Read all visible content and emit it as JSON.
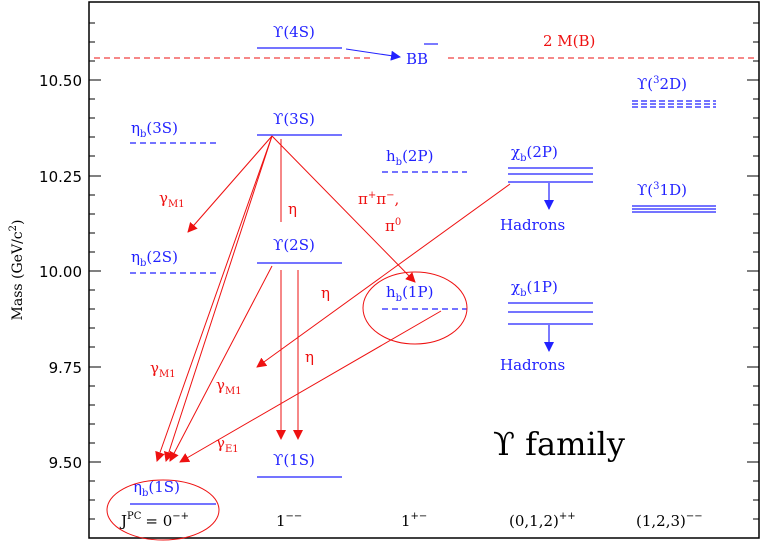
{
  "axis": {
    "ylabel_main": "Mass",
    "ylabel_unit": "(GeV/c",
    "ylabel_unit_sup": "2",
    "ylabel_close": ")",
    "ticks": [
      "10.50",
      "10.25",
      "10.00",
      "9.75",
      "9.50"
    ]
  },
  "threshold": {
    "label": "2 M(B)",
    "bb_label": "BB"
  },
  "states": {
    "u4s": {
      "sym": "ϒ",
      "rest": "(4S)"
    },
    "u3s": {
      "sym": "ϒ",
      "rest": "(3S)"
    },
    "u2s": {
      "sym": "ϒ",
      "rest": "(2S)"
    },
    "u1s": {
      "sym": "ϒ",
      "rest": "(1S)"
    },
    "eta3s": {
      "sym": "η",
      "sub": "b",
      "rest": "(3S)"
    },
    "eta2s": {
      "sym": "η",
      "sub": "b",
      "rest": "(2S)"
    },
    "eta1s": {
      "sym": "η",
      "sub": "b",
      "rest": "(1S)"
    },
    "h2p": {
      "sym": "h",
      "sub": "b",
      "rest": "(2P)"
    },
    "h1p": {
      "sym": "h",
      "sub": "b",
      "rest": "(1P)"
    },
    "chi2p": {
      "sym": "χ",
      "sub": "b",
      "rest": "(2P)"
    },
    "chi1p": {
      "sym": "χ",
      "sub": "b",
      "rest": "(1P)"
    },
    "u32d": {
      "pre": "ϒ(",
      "sup": "3",
      "rest": "2D)"
    },
    "u31d": {
      "pre": "ϒ(",
      "sup": "3",
      "rest": "1D)"
    }
  },
  "hadrons": [
    "Hadrons",
    "Hadrons"
  ],
  "transitions": {
    "gamma": "γ",
    "m1": "M1",
    "e1": "E1",
    "eta": "η",
    "pipi": "π",
    "pipi_sup1": "+",
    "pipi_sup2": "−",
    "comma": ",",
    "pi0": "π",
    "pi0_sup": "0"
  },
  "family_label": "ϒ family",
  "jpc": {
    "j": "J",
    "j_sup": "PC",
    "first": "= 0",
    "first_sup": "−+",
    "c1": "1",
    "c1_sup": "−−",
    "c2": "1",
    "c2_sup": "+−",
    "c3": "(0,1,2)",
    "c3_sup": "++",
    "c4": "(1,2,3)",
    "c4_sup": "−−"
  },
  "colors": {
    "levels": "#2222ff",
    "transitions": "#ee1111",
    "axis": "#000000"
  }
}
